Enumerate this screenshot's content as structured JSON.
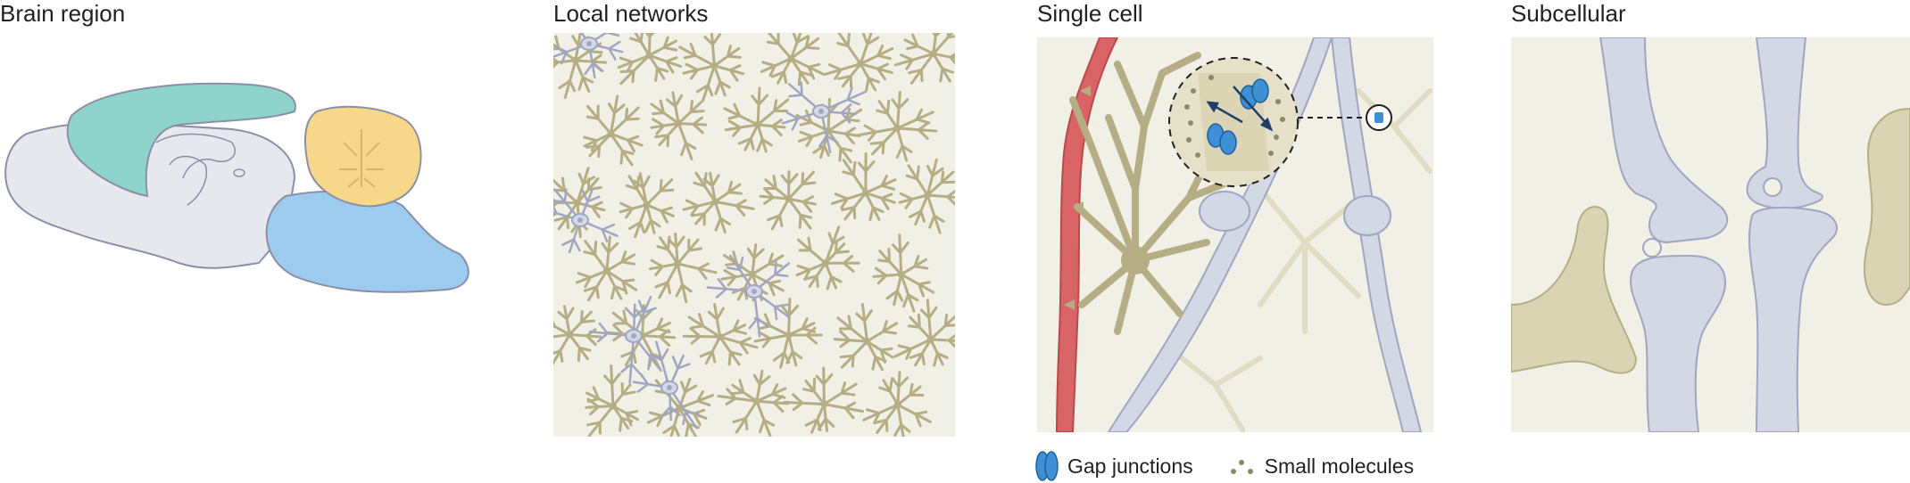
{
  "panels": [
    {
      "title": "Brain region"
    },
    {
      "title": "Local networks"
    },
    {
      "title": "Single cell"
    },
    {
      "title": "Subcellular"
    }
  ],
  "legend": {
    "gap_junctions": "Gap junctions",
    "small_molecules": "Small molecules"
  },
  "colors": {
    "astrocyte": "#b5ad84",
    "astrocyte_light": "#d9d4b3",
    "neuron": "#a0a6c2",
    "neuron_fill": "#d4d7e4",
    "background": "#f1f0e6",
    "vessel": "#d96465",
    "cortex": "#8fd4cb",
    "cerebellum": "#f7d88a",
    "brainstem": "#9ccbee",
    "brain_outline": "#8a8fa8",
    "gap_junction": "#3f8fd4"
  }
}
